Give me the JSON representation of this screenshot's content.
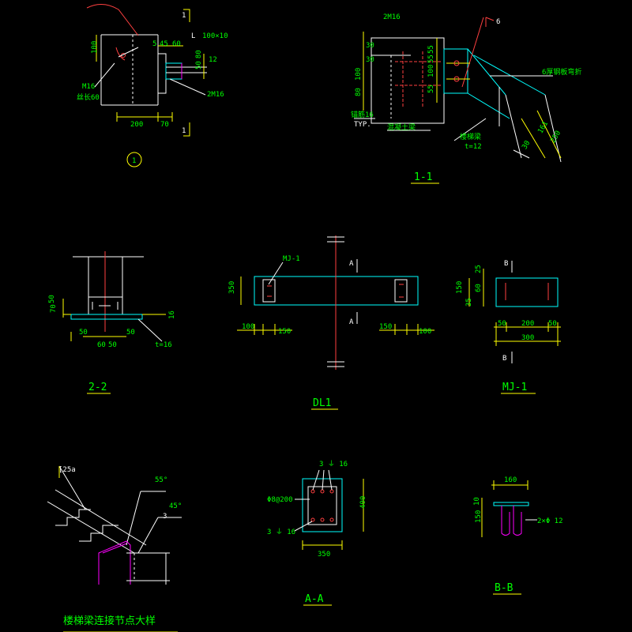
{
  "colors": {
    "background": "#000000",
    "outline": "#ffffff",
    "dim_text": "#00ff00",
    "dim_line": "#ffff00",
    "concrete": "#00ffff",
    "leader": "#ff4040",
    "steel": "#ff00ff"
  },
  "views": {
    "node1": {
      "circle_label": "1",
      "section_marks": [
        "1",
        "1"
      ],
      "labels": {
        "dim_100": "100",
        "dim_5": "5",
        "dim_45": "45",
        "dim_60": "60",
        "angle": "L",
        "angle_size": "100×10",
        "dim_12": "12",
        "dim_50": "50",
        "dim_80": "80",
        "bolt_m16": "M16",
        "bolt_len": "丝长60",
        "bolt_2m16": "2M16",
        "dim_200": "200",
        "dim_70": "70"
      }
    },
    "s11": {
      "title": "1-1",
      "labels": {
        "bolt": "2M16",
        "weld_mark": "6",
        "dim_100a": "100",
        "dim_80": "80",
        "dim_55a": "55",
        "dim_55b": "55",
        "dim_100b": "100",
        "dim_55c": "55",
        "dim_30a": "30",
        "dim_30b": "30",
        "anchor": "锚筋16",
        "typ": "TYP.",
        "beam": "混凝土梁",
        "plate_note": "6厚钢板弯折",
        "stringer": "楼梯梁",
        "thickness": "t=12",
        "dim_30c": "30",
        "dim_161": "161",
        "dim_250": "250"
      }
    },
    "s22": {
      "title": "2-2",
      "labels": {
        "dim_70": "70",
        "dim_50": "50",
        "dim_16": "16",
        "dim_50a": "50",
        "dim_50b": "50",
        "dim_60": "60",
        "dim_50c": "50",
        "thickness": "t=16"
      }
    },
    "dl1": {
      "title": "DL1",
      "labels": {
        "embed": "MJ-1",
        "height": "350",
        "left_100": "100",
        "left_150": "150",
        "right_150": "150",
        "right_100": "100",
        "sec_a_top": "A",
        "sec_a_bot": "A"
      }
    },
    "mj1": {
      "title": "MJ-1",
      "labels": {
        "sec_b_top": "B",
        "sec_b_bot": "B",
        "dim_25": "25",
        "dim_150": "150",
        "dim_60": "60",
        "dim_35": "35",
        "dim_50a": "50",
        "dim_200": "200",
        "dim_50b": "50",
        "dim_300": "300"
      }
    },
    "stair": {
      "title": "楼梯梁连接节点大样",
      "labels": {
        "channel": "[25a",
        "angle55": "55°",
        "angle45": "45°",
        "mark3": "3"
      }
    },
    "aa": {
      "title": "A-A",
      "labels": {
        "top_bars": "3 ⏚ 16",
        "stirrup": "Φ8@200",
        "bot_bars": "3 ⏚ 16",
        "height": "400",
        "width": "350"
      }
    },
    "bb": {
      "title": "B-B",
      "labels": {
        "width": "160",
        "dim_10": "10",
        "dim_150": "150",
        "bars": "2×Φ 12"
      }
    }
  }
}
